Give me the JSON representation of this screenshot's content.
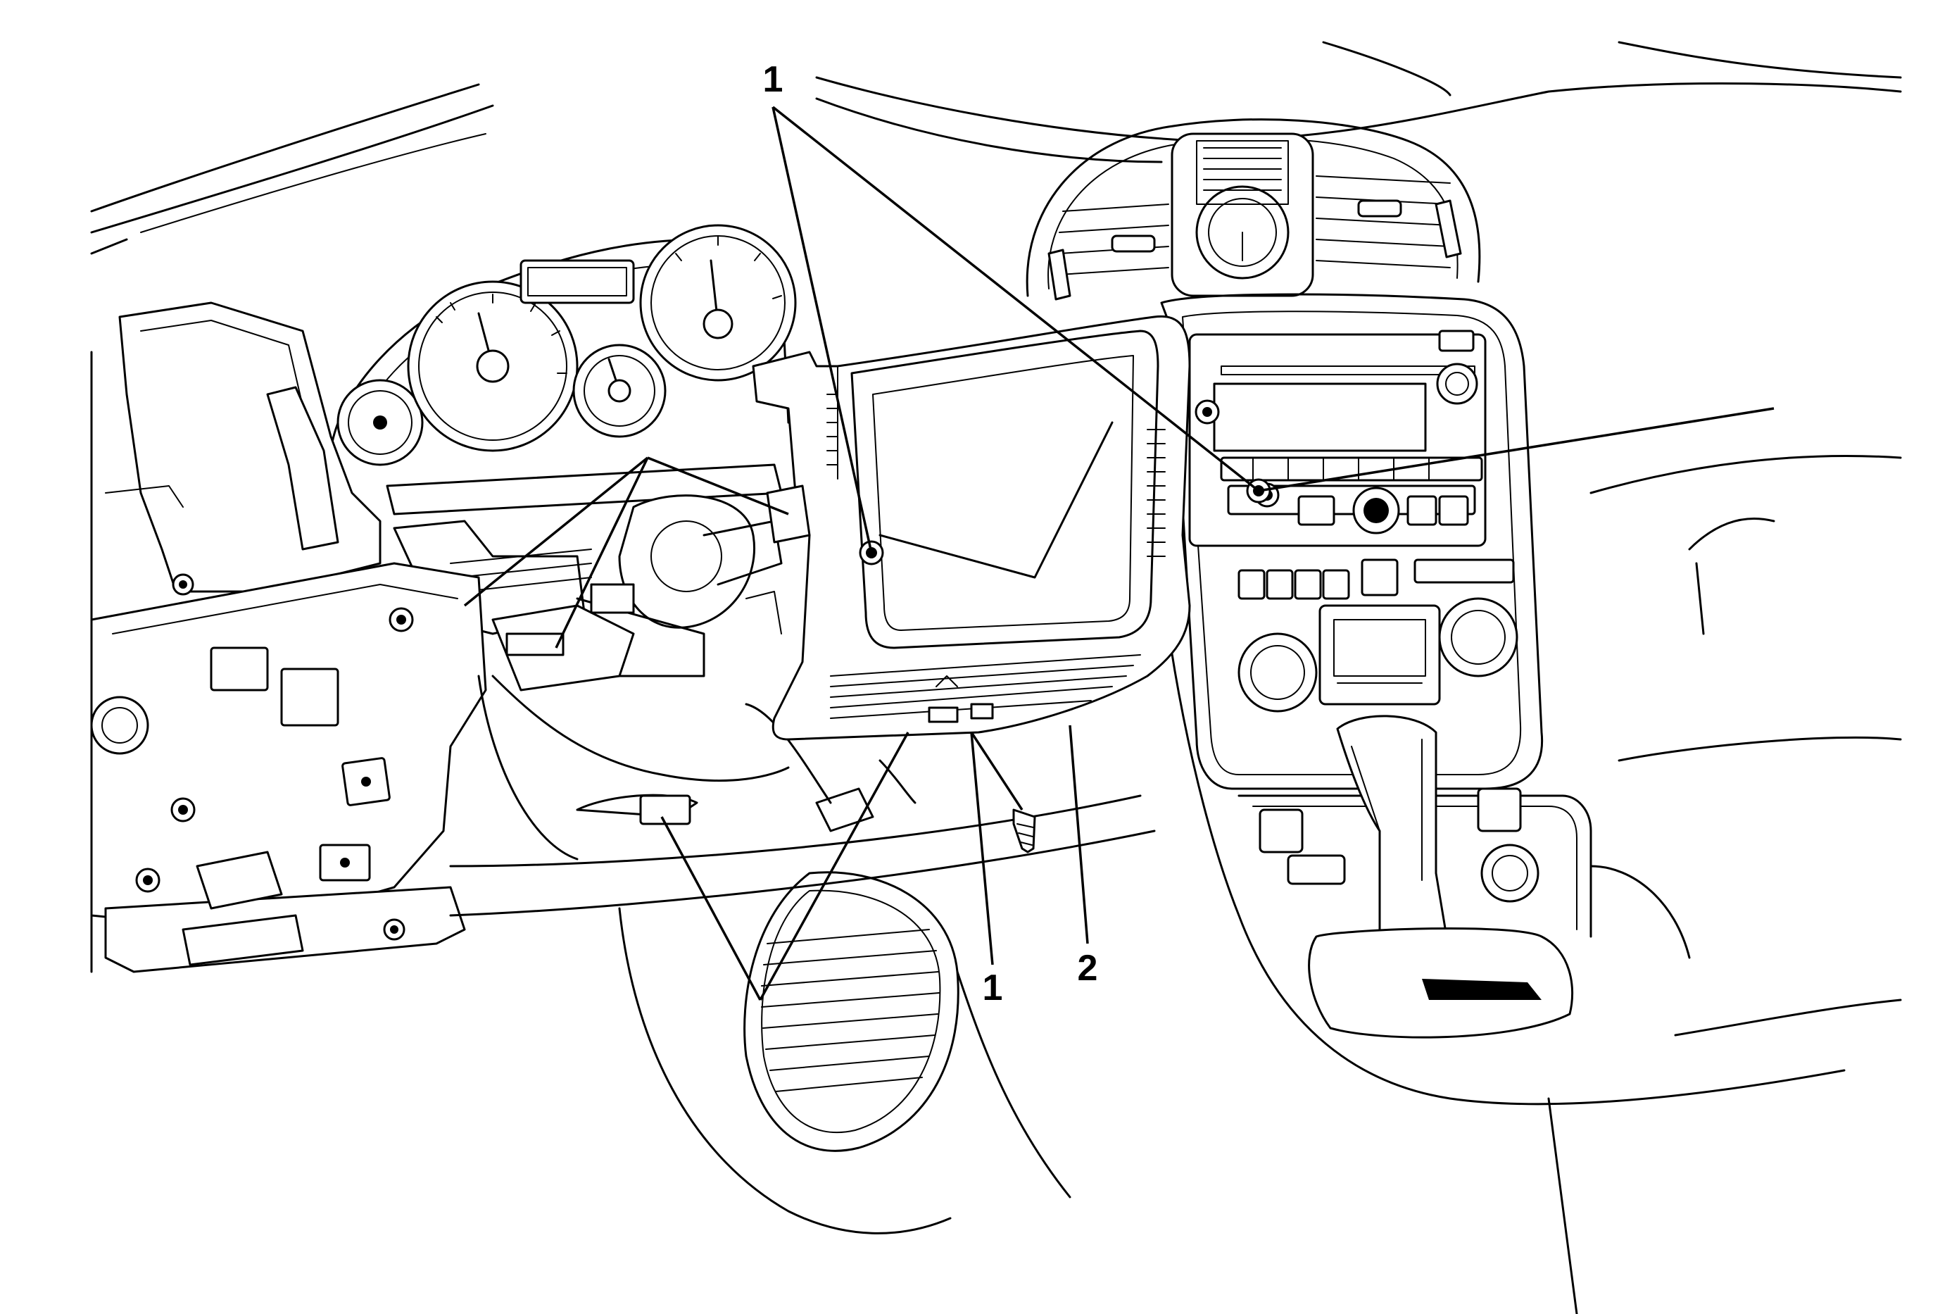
{
  "diagram": {
    "callouts": [
      {
        "id": "callout-1-top",
        "label": "1"
      },
      {
        "id": "callout-1-bottom",
        "label": "1"
      },
      {
        "id": "callout-2",
        "label": "2"
      }
    ]
  }
}
